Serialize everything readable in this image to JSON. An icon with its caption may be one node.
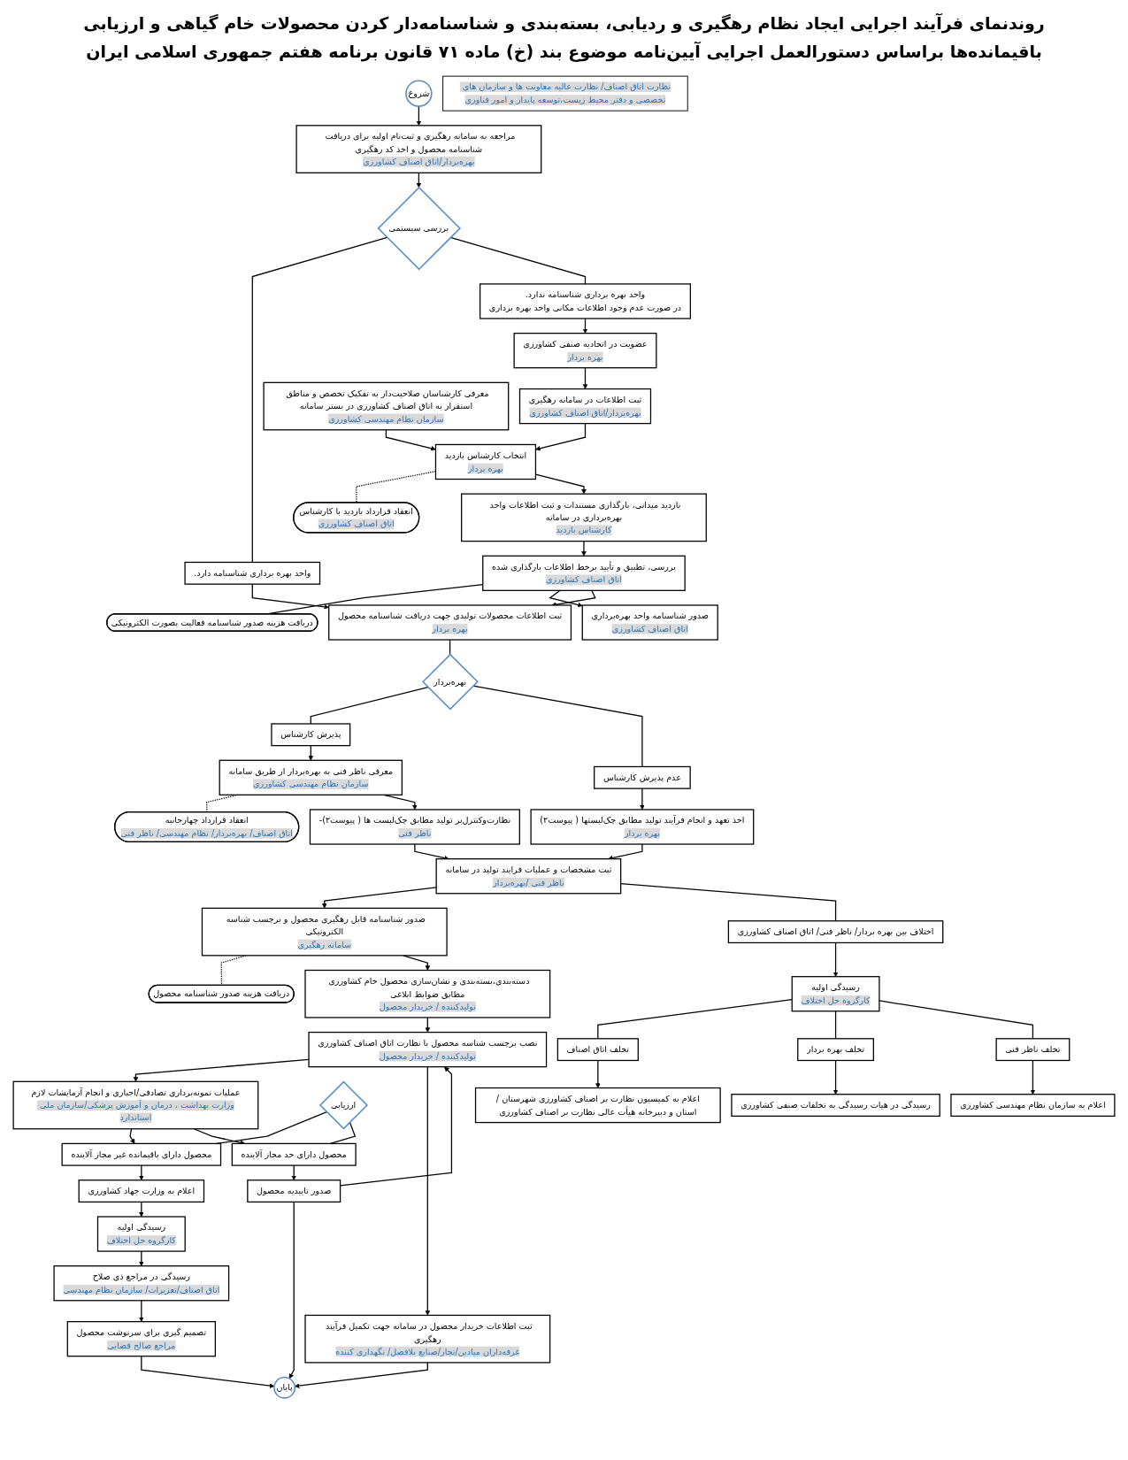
{
  "diagram": {
    "title": "روندنمای فرآیند اجرایی ایجاد نظام رهگیری و ردیابی، بسته‌بندی و شناسنامه‌دار کردن محصولات خام گیاهی و ارزیابی باقیمانده‌ها براساس دستورالعمل اجرایی آیین‌نامه موضوع بند (خ) ماده ۷۱ قانون برنامه هفتم جمهوری اسلامی ایران",
    "nodes": [
      {
        "text": [
          "شروع"
        ]
      },
      {
        "text": [
          "مراجعه به سامانه رهگیری و ثبت‌نام اولیه برای دریافت شناسنامه محصول و اخذ کد رهگیری",
          "بهره‌بردار/اتاق اصناف کشاورزی"
        ]
      },
      {
        "text": [
          "بررسی سیستمی"
        ]
      },
      {
        "text": [
          "واحد بهره برداری شناسنامه دارد."
        ]
      },
      {
        "text": [
          "واحد بهره برداری شناسنامه ندارد.",
          "در صورت عدم وجود اطلاعات مکانی واحد بهره برداری"
        ]
      },
      {
        "text": [
          "ثبت اطلاعات محصولات تولیدی جهت دریافت شناسنامه محصول",
          "بهره بردار"
        ]
      },
      {
        "text": [
          "بهره‌بردار"
        ]
      },
      {
        "text": [
          "پذیرش کارشناس"
        ]
      },
      {
        "text": [
          "عدم پذیرش کارشناس"
        ]
      },
      {
        "text": [
          "معرفی ناظر فنی به بهره‌بردار از طریق سامانه",
          "سازمان نظام مهندسی کشاورزی"
        ]
      },
      {
        "text": [
          "انعقاد قرارداد چهارجانبه",
          "اتاق اصناف/ بهره‌بردار/ نظام مهندسی/ ناظر فنی"
        ]
      },
      {
        "text": [
          "نظارت‌وکنترل‌بر تولید مطابق چک‌لیست ها ( پیوست۲)-",
          "ناظر فنی"
        ]
      },
      {
        "text": [
          "اخذ تعهد و انجام فرآیند تولید مطابق چک‌لیستها ( پیوست۲)",
          "بهره بردار"
        ]
      },
      {
        "text": [
          "ثبت مشخصات و عملیات فرایند تولید در سامانه",
          "ناظر فنی /بهره‌بردار"
        ]
      },
      {
        "text": [
          "صدور شناسنامه قابل رهگیری محصول و برچسب شناسه الکترونیکی",
          "سامانه رهگیری"
        ]
      },
      {
        "text": [
          "دریافت هزینه صدور شناسنامه محصول"
        ]
      },
      {
        "text": [
          "دسته‌بندی،بسته‌بندی و نشان‌سازی محصول خام کشاورزی مطابق ضوابط ابلاغی",
          "تولیدکننده / خریدار محصول"
        ]
      },
      {
        "text": [
          "نصب برچسب شناسه محصول با نظارت اتاق اصناف کشاورزی",
          "تولیدکننده / خریدار محصول"
        ]
      },
      {
        "text": [
          "ثبت اطلاعات خریدار محصول در سامانه جهت تکمیل فرآیند رهگیری",
          "غرفه‌داران میادین/تجار/صنایع بلافصل/ نگهداری کننده"
        ]
      },
      {
        "text": [
          "پایان"
        ]
      },
      {
        "text": [
          "عضویت در اتحادیه صنفی کشاورزی",
          "بهره بردار"
        ]
      },
      {
        "text": [
          "ثبت اطلاعات در سامانه رهگیری",
          "بهره‌بردار/اتاق اصناف کشاورزی"
        ]
      },
      {
        "text": [
          "انتخاب کارشناس بازدید",
          "بهره بردار"
        ]
      },
      {
        "text": [
          "انعقاد قرارداد بازدید با کارشناس",
          "اتاق اصناف کشاورزی"
        ]
      },
      {
        "text": [
          "معرفی کارشناسان صلاحیت‌دار به تفکیک تخصص و مناطق استقرار به اتاق اصناف کشاورزی در بستر سامانه",
          "سازمان نظام مهندسی کشاورزی"
        ]
      },
      {
        "text": [
          "بازدید میدانی، بارگذاری مستندات و ثبت اطلاعات واحد بهره‌برداری در سامانه",
          "کارشناس بازدید"
        ]
      },
      {
        "text": [
          "بررسی، تطبیق و تأیید برخط اطلاعات بارگذاری شده",
          "اتاق اصناف کشاورزی"
        ]
      },
      {
        "text": [
          "دریافت هزینه صدور شناسنامه فعالیت بصورت الکترونیکی"
        ]
      },
      {
        "text": [
          "صدور شناسنامه واحد بهره‌برداری",
          "اتاق اصناف کشاورزی"
        ]
      },
      {
        "text": [
          "عملیات نمونه‌برداری تصادفی/اجباری و انجام آزمایشات لازم",
          "وزارت بهداشت ، درمان و آموزش پزشکی/سازمان ملی استاندارد"
        ]
      },
      {
        "text": [
          "محصول دارای حد مجاز آلاینده"
        ]
      },
      {
        "text": [
          "ارزیابی"
        ]
      },
      {
        "text": [
          "محصول دارای باقیمانده غیر مجاز آلاینده"
        ]
      },
      {
        "text": [
          "صدور تاییدیه محصول"
        ]
      },
      {
        "text": [
          "اعلام به وزارت جهاد کشاورزی"
        ]
      },
      {
        "text": [
          "رسیدگی اولیه",
          "کارگروه حل اختلاف"
        ]
      },
      {
        "text": [
          "رسیدگی در مراجع ذی صلاح",
          "اتاق اصناف/تعزیرات/ سازمان نظام مهندسی"
        ]
      },
      {
        "text": [
          "تصمیم گیری برای سرنوشت محصول",
          "مراجع صالح قضایی"
        ]
      },
      {
        "text": [
          "اختلاف بین بهره بردار/ ناظر فنی/ اتاق اصناف کشاورزی"
        ]
      },
      {
        "text": [
          "رسیدگی اولیه",
          "کارگروه حل اختلاف"
        ]
      },
      {
        "text": [
          "تخلف اتاق اصناف"
        ]
      },
      {
        "text": [
          "تخلف بهره بردار"
        ]
      },
      {
        "text": [
          "تخلف ناظر فنی"
        ]
      },
      {
        "text": [
          "اعلام به کمیسیون نظارت بر اصناف کشاورزی شهرستان /استان و دبیرخانه هیأت عالی نظارت بر اصناف کشاورزی"
        ]
      },
      {
        "text": [
          "رسیدگی در هیات رسیدگی به تخلفات صنفی کشاورزی"
        ]
      },
      {
        "text": [
          "اعلام به سازمان نظام مهندسی کشاورزی"
        ]
      },
      {
        "text": [
          "نظارت اتاق اصناف/ نظارت عالیه معاونت ها و سازمان های تخصصی و دفتر محیط زیست،توسعه پایدار و امور فناوری"
        ]
      }
    ],
    "edges": [
      {
        "from": 0,
        "to": 1,
        "arrow": "to"
      },
      {
        "from": 1,
        "to": 2,
        "arrow": "to"
      },
      {
        "from": 2,
        "to": 3,
        "arrow": "none"
      },
      {
        "from": 2,
        "to": 4,
        "arrow": "none"
      },
      {
        "from": 3,
        "to": 5,
        "arrow": "to"
      },
      {
        "from": 4,
        "to": 20,
        "arrow": "to"
      },
      {
        "from": 20,
        "to": 21,
        "arrow": "to"
      },
      {
        "from": 21,
        "to": 22,
        "arrow": "to"
      },
      {
        "from": 24,
        "to": 22,
        "arrow": "to"
      },
      {
        "from": 22,
        "to": 23,
        "arrow": "none",
        "style": "dashed"
      },
      {
        "from": 22,
        "to": 25,
        "arrow": "to"
      },
      {
        "from": 25,
        "to": 26,
        "arrow": "to"
      },
      {
        "from": 26,
        "to": 27,
        "arrow": "none"
      },
      {
        "from": 26,
        "to": 28,
        "arrow": "to"
      },
      {
        "from": 26,
        "to": 5,
        "arrow": "to"
      },
      {
        "from": 5,
        "to": 6,
        "arrow": "none"
      },
      {
        "from": 6,
        "to": 7,
        "arrow": "none"
      },
      {
        "from": 6,
        "to": 8,
        "arrow": "none"
      },
      {
        "from": 7,
        "to": 9,
        "arrow": "to"
      },
      {
        "from": 9,
        "to": 10,
        "arrow": "none",
        "style": "dashed"
      },
      {
        "from": 9,
        "to": 11,
        "arrow": "to"
      },
      {
        "from": 8,
        "to": 12,
        "arrow": "to"
      },
      {
        "from": 11,
        "to": 13,
        "arrow": "to"
      },
      {
        "from": 12,
        "to": 13,
        "arrow": "to"
      },
      {
        "from": 13,
        "to": 14,
        "arrow": "to"
      },
      {
        "from": 14,
        "to": 15,
        "arrow": "none",
        "style": "dashed"
      },
      {
        "from": 14,
        "to": 16,
        "arrow": "to"
      },
      {
        "from": 13,
        "to": 38,
        "arrow": "none"
      },
      {
        "from": 16,
        "to": 17,
        "arrow": "to"
      },
      {
        "from": 17,
        "to": 29,
        "arrow": "to"
      },
      {
        "from": 29,
        "to": 32,
        "arrow": "to"
      },
      {
        "from": 29,
        "to": 30,
        "arrow": "to"
      },
      {
        "from": 31,
        "to": 32,
        "arrow": "none"
      },
      {
        "from": 31,
        "to": 30,
        "arrow": "none"
      },
      {
        "from": 30,
        "to": 33,
        "arrow": "to"
      },
      {
        "from": 33,
        "to": 17,
        "arrow": "to"
      },
      {
        "from": 33,
        "to": 19,
        "arrow": "to"
      },
      {
        "from": 32,
        "to": 34,
        "arrow": "to"
      },
      {
        "from": 34,
        "to": 35,
        "arrow": "to"
      },
      {
        "from": 35,
        "to": 36,
        "arrow": "to"
      },
      {
        "from": 36,
        "to": 37,
        "arrow": "to"
      },
      {
        "from": 37,
        "to": 19,
        "arrow": "to"
      },
      {
        "from": 17,
        "to": 18,
        "arrow": "to"
      },
      {
        "from": 18,
        "to": 19,
        "arrow": "to"
      },
      {
        "from": 38,
        "to": 39,
        "arrow": "to"
      },
      {
        "from": 39,
        "to": 40,
        "arrow": "none"
      },
      {
        "from": 39,
        "to": 41,
        "arrow": "none"
      },
      {
        "from": 39,
        "to": 42,
        "arrow": "none"
      },
      {
        "from": 40,
        "to": 43,
        "arrow": "to"
      },
      {
        "from": 41,
        "to": 44,
        "arrow": "to"
      },
      {
        "from": 42,
        "to": 45,
        "arrow": "to"
      }
    ]
  }
}
